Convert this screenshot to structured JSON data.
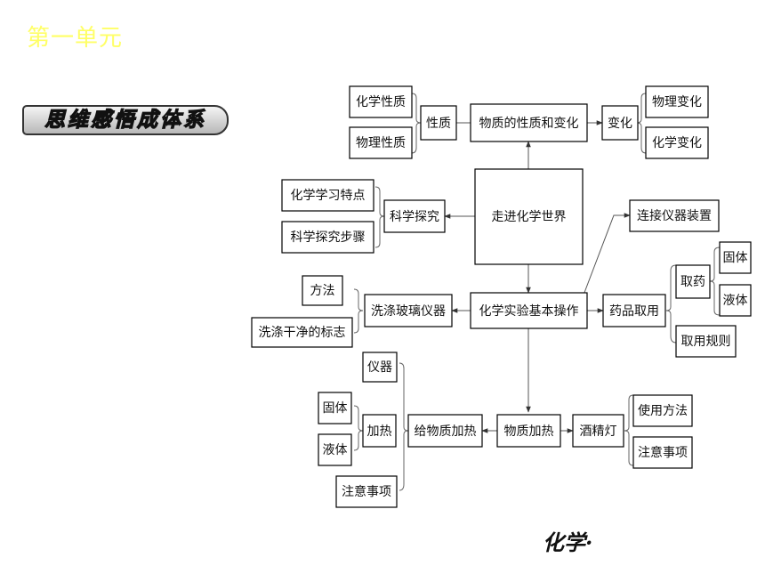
{
  "header": {
    "unit": "第一单元",
    "banner": "思维感悟成体系"
  },
  "footer": {
    "subject": "化学·"
  },
  "diagram": {
    "nodes": {
      "center": "走进化学世界",
      "properties": "物质的性质和变化",
      "nature": "性质",
      "chem_property": "化学性质",
      "phys_property": "物理性质",
      "change": "变化",
      "phys_change": "物理变化",
      "chem_change": "化学变化",
      "inquiry": "科学探究",
      "chem_features": "化学学习特点",
      "inquiry_steps": "科学探究步骤",
      "basic_ops": "化学实验基本操作",
      "connect": "连接仪器装置",
      "drugs": "药品取用",
      "take": "取药",
      "solid1": "固体",
      "liquid1": "液体",
      "rules": "取用规则",
      "wash": "洗涤玻璃仪器",
      "method": "方法",
      "clean_sign": "洗涤干净的标志",
      "heating": "物质加热",
      "lamp": "酒精灯",
      "usage": "使用方法",
      "attention1": "注意事项",
      "give_heat": "给物质加热",
      "instrument": "仪器",
      "heat": "加热",
      "solid2": "固体",
      "liquid2": "液体",
      "attention2": "注意事项"
    }
  }
}
